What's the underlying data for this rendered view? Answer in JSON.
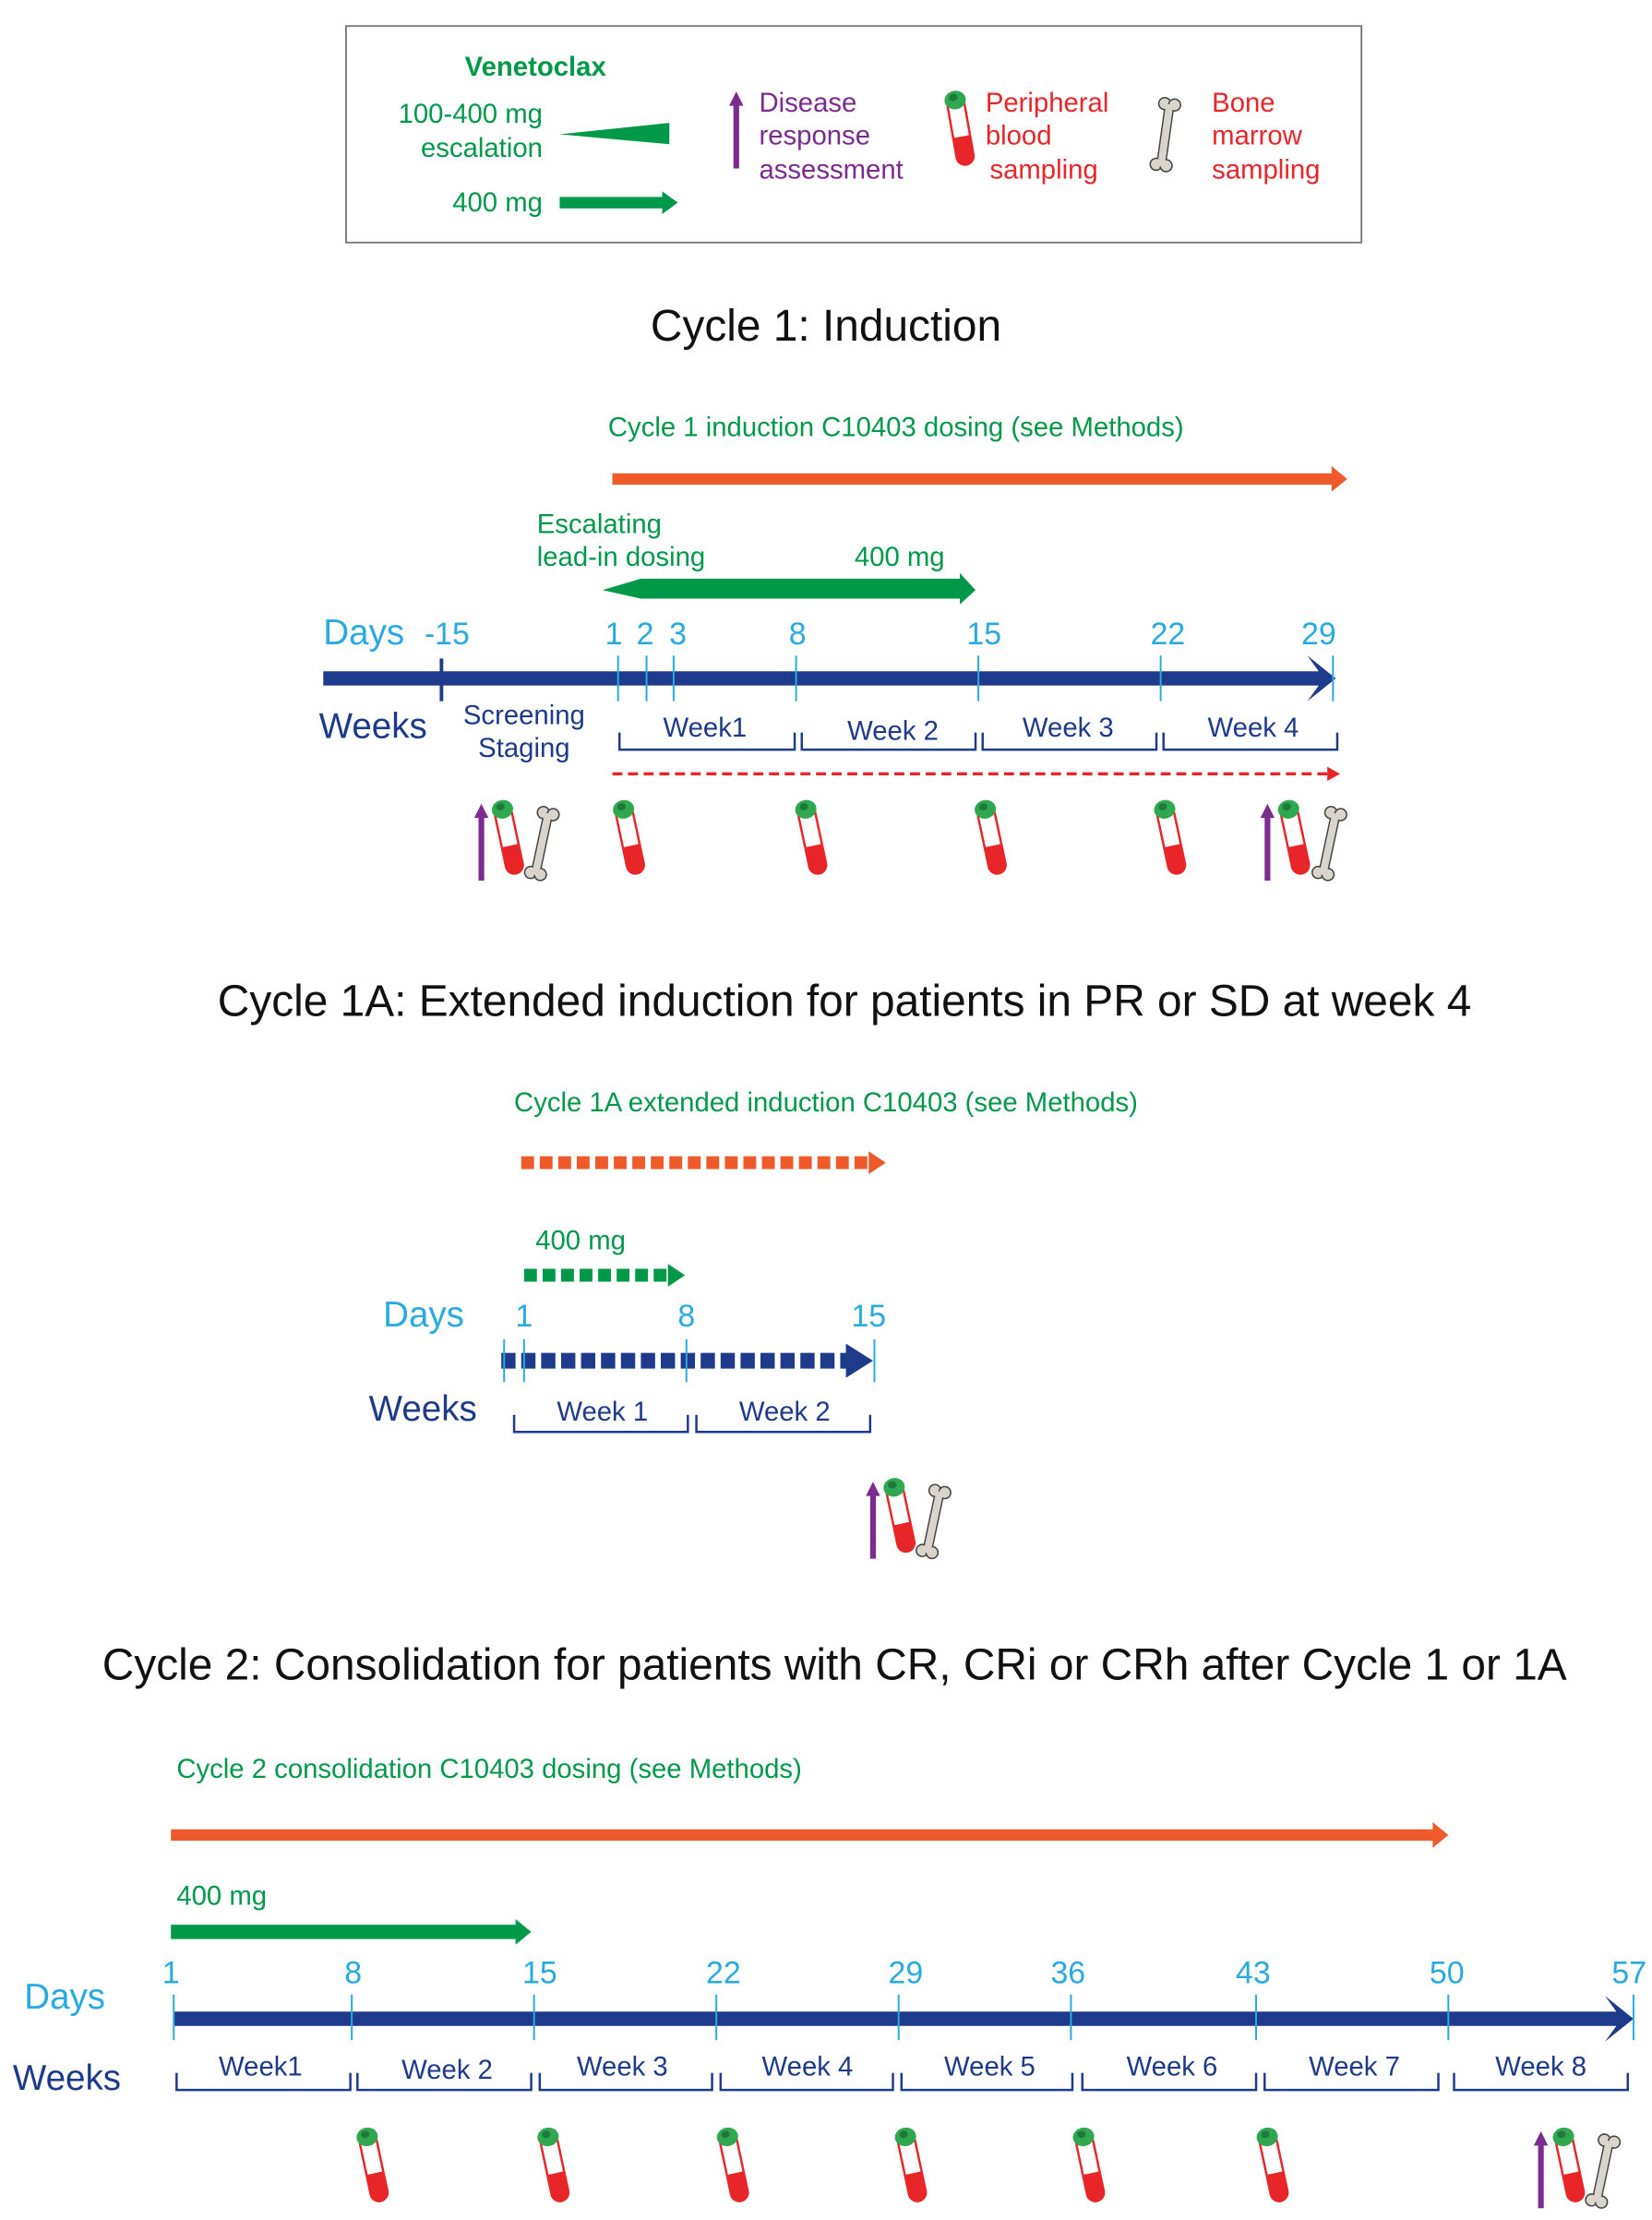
{
  "legend": {
    "drug": "Venetoclax",
    "escalation_label": [
      "100-400 mg",
      "escalation"
    ],
    "fixed_label": "400 mg",
    "disease": [
      "Disease",
      "response",
      "assessment"
    ],
    "blood": [
      "Peripheral",
      "blood",
      "sampling"
    ],
    "marrow": [
      "Bone",
      "marrow",
      "sampling"
    ]
  },
  "cycle1": {
    "title": "Cycle 1: Induction",
    "dosing": "Cycle 1 induction C10403 dosing (see Methods)",
    "escalating": [
      "Escalating",
      "lead-in dosing"
    ],
    "dose": "400 mg",
    "days_label": "Days",
    "weeks_label": "Weeks",
    "days": [
      "-15",
      "1",
      "2",
      "3",
      "8",
      "15",
      "22",
      "29"
    ],
    "screening": [
      "Screening",
      "Staging"
    ],
    "weeks": [
      "Week1",
      "Week 2",
      "Week 3",
      "Week 4"
    ]
  },
  "cycle1a": {
    "title": "Cycle 1A: Extended induction for patients in PR or SD at week 4",
    "dosing": "Cycle 1A  extended induction C10403 (see  Methods)",
    "dose": "400 mg",
    "days_label": "Days",
    "weeks_label": "Weeks",
    "days": [
      "1",
      "8",
      "15"
    ],
    "weeks": [
      "Week 1",
      "Week 2"
    ]
  },
  "cycle2": {
    "title": "Cycle 2: Consolidation for patients with CR, CRi or CRh after Cycle 1 or 1A",
    "dosing": "Cycle 2 consolidation C10403 dosing (see  Methods)",
    "dose": "400 mg",
    "days_label": "Days",
    "weeks_label": "Weeks",
    "days": [
      "1",
      "8",
      "15",
      "22",
      "29",
      "36",
      "43",
      "50",
      "57"
    ],
    "weeks": [
      "Week1",
      "Week 2",
      "Week 3",
      "Week 4",
      "Week 5",
      "Week 6",
      "Week 7",
      "Week 8"
    ]
  },
  "colors": {
    "green": "#00994A",
    "orange": "#EF5A2B",
    "navy": "#1E3A8A",
    "lightblue": "#29ABE2",
    "purple": "#7B2C8E",
    "red": "#E8262A"
  }
}
